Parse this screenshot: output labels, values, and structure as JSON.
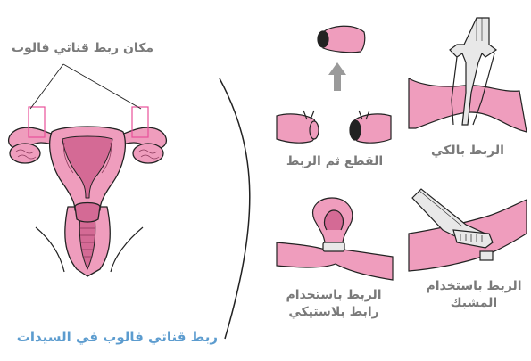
{
  "figure": {
    "title": "ربط قناتي فالوب في السيدات",
    "site_label": "مكان ربط قناتي فالوب",
    "methods": {
      "cut_and_tie": "القطع ثم الربط",
      "cautery": "الربط بالكي",
      "plastic_ring": [
        "الربط باستخدام",
        "رابط بلاستيكي"
      ],
      "clip": [
        "الربط باستخدام",
        "المشبك"
      ]
    }
  },
  "colors": {
    "tissue": "#ef9dbd",
    "tissue_dark": "#d46a95",
    "outline": "#222222",
    "label_gray": "#7a7a7a",
    "title_blue": "#5c9ccf",
    "arrow_gray": "#9a9a9a",
    "band_gray": "#e8e8e8",
    "marker_pink": "#e8509a"
  }
}
